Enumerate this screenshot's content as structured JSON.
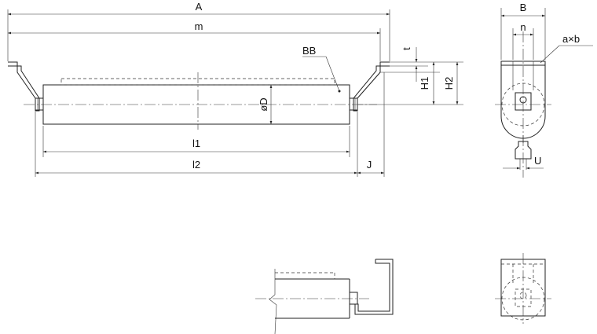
{
  "dimension_labels": {
    "A": "A",
    "m": "m",
    "BB": "BB",
    "D": "øD",
    "l1": "l1",
    "l2": "l2",
    "J": "J",
    "t": "t",
    "H1": "H1",
    "H2": "H2",
    "B": "B",
    "n": "n",
    "axb": "a×b",
    "U": "U"
  }
}
